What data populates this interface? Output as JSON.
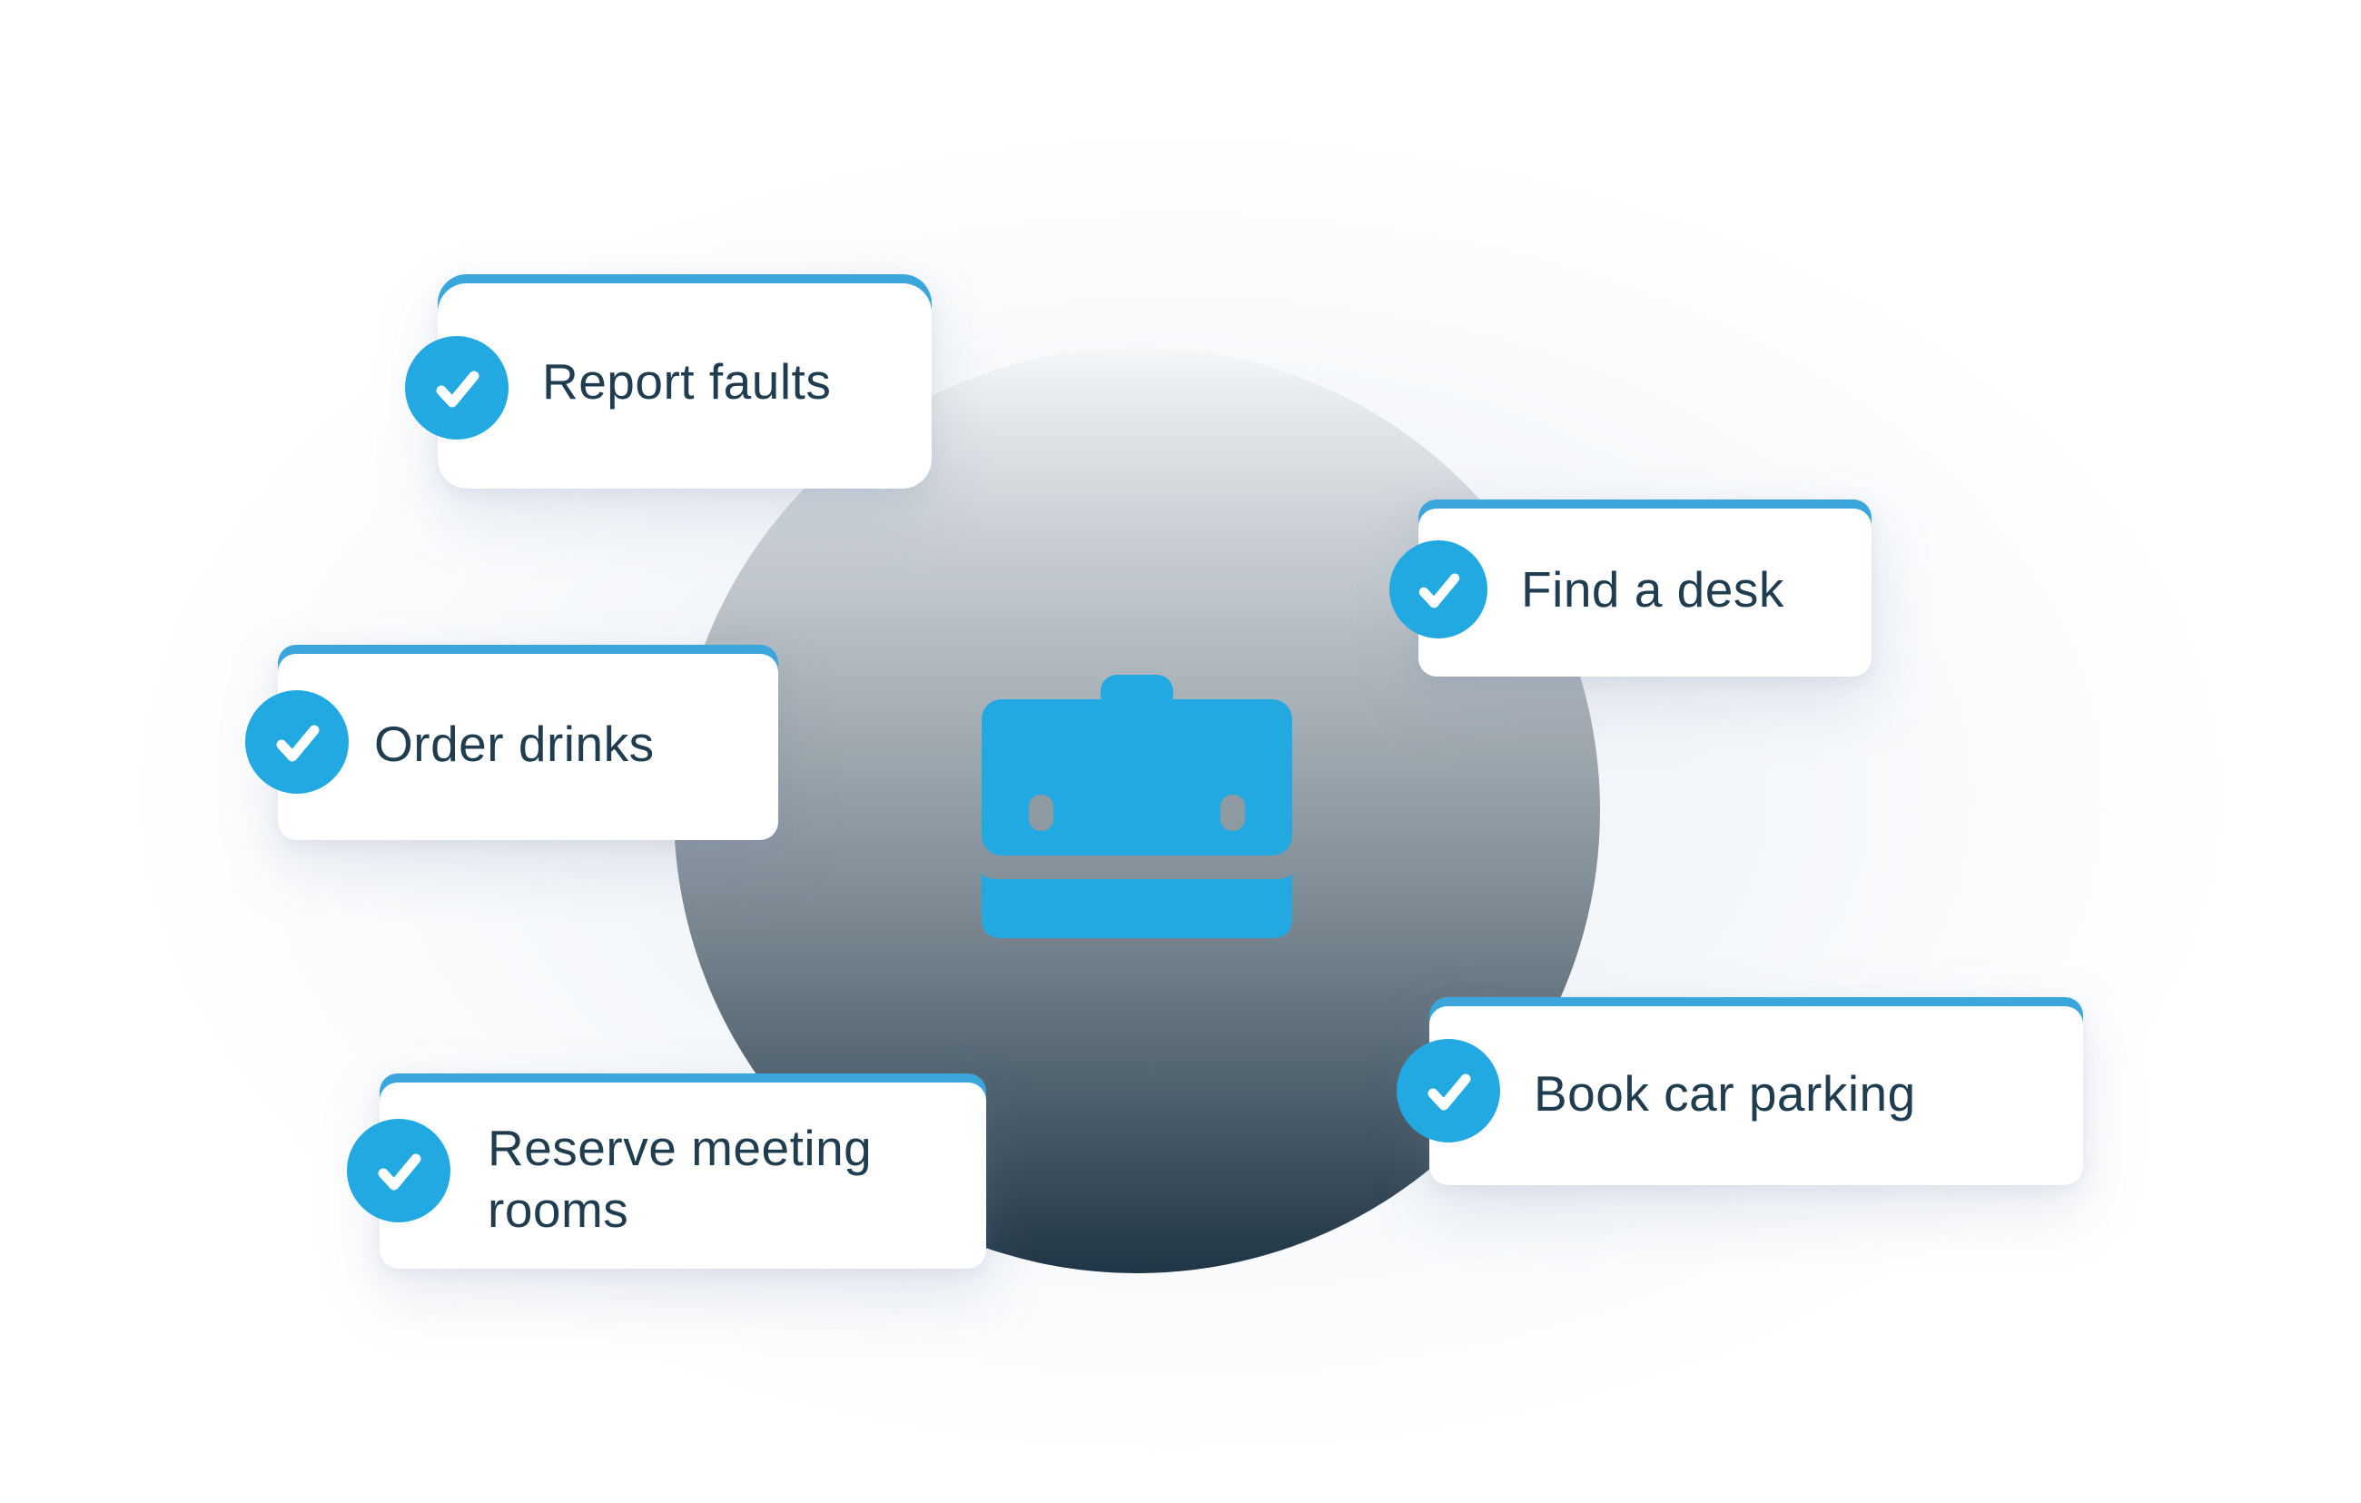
{
  "illustration": {
    "center_icon": "briefcase-icon",
    "features": [
      {
        "id": "report-faults",
        "label": "Report faults",
        "icon": "check-icon"
      },
      {
        "id": "find-a-desk",
        "label": "Find a desk",
        "icon": "check-icon"
      },
      {
        "id": "order-drinks",
        "label": "Order drinks",
        "icon": "check-icon"
      },
      {
        "id": "reserve-meeting-rooms",
        "label_line1": "Reserve meeting",
        "label_line2": "rooms",
        "icon": "check-icon"
      },
      {
        "id": "book-car-parking",
        "label": "Book car parking",
        "icon": "check-icon"
      }
    ]
  },
  "colors": {
    "accent": "#22a9e1",
    "card_top_strip": "#3ba6dc",
    "text": "#1f3d4f",
    "hub_top": "#f4f6f8",
    "hub_bottom": "#1f3545"
  }
}
